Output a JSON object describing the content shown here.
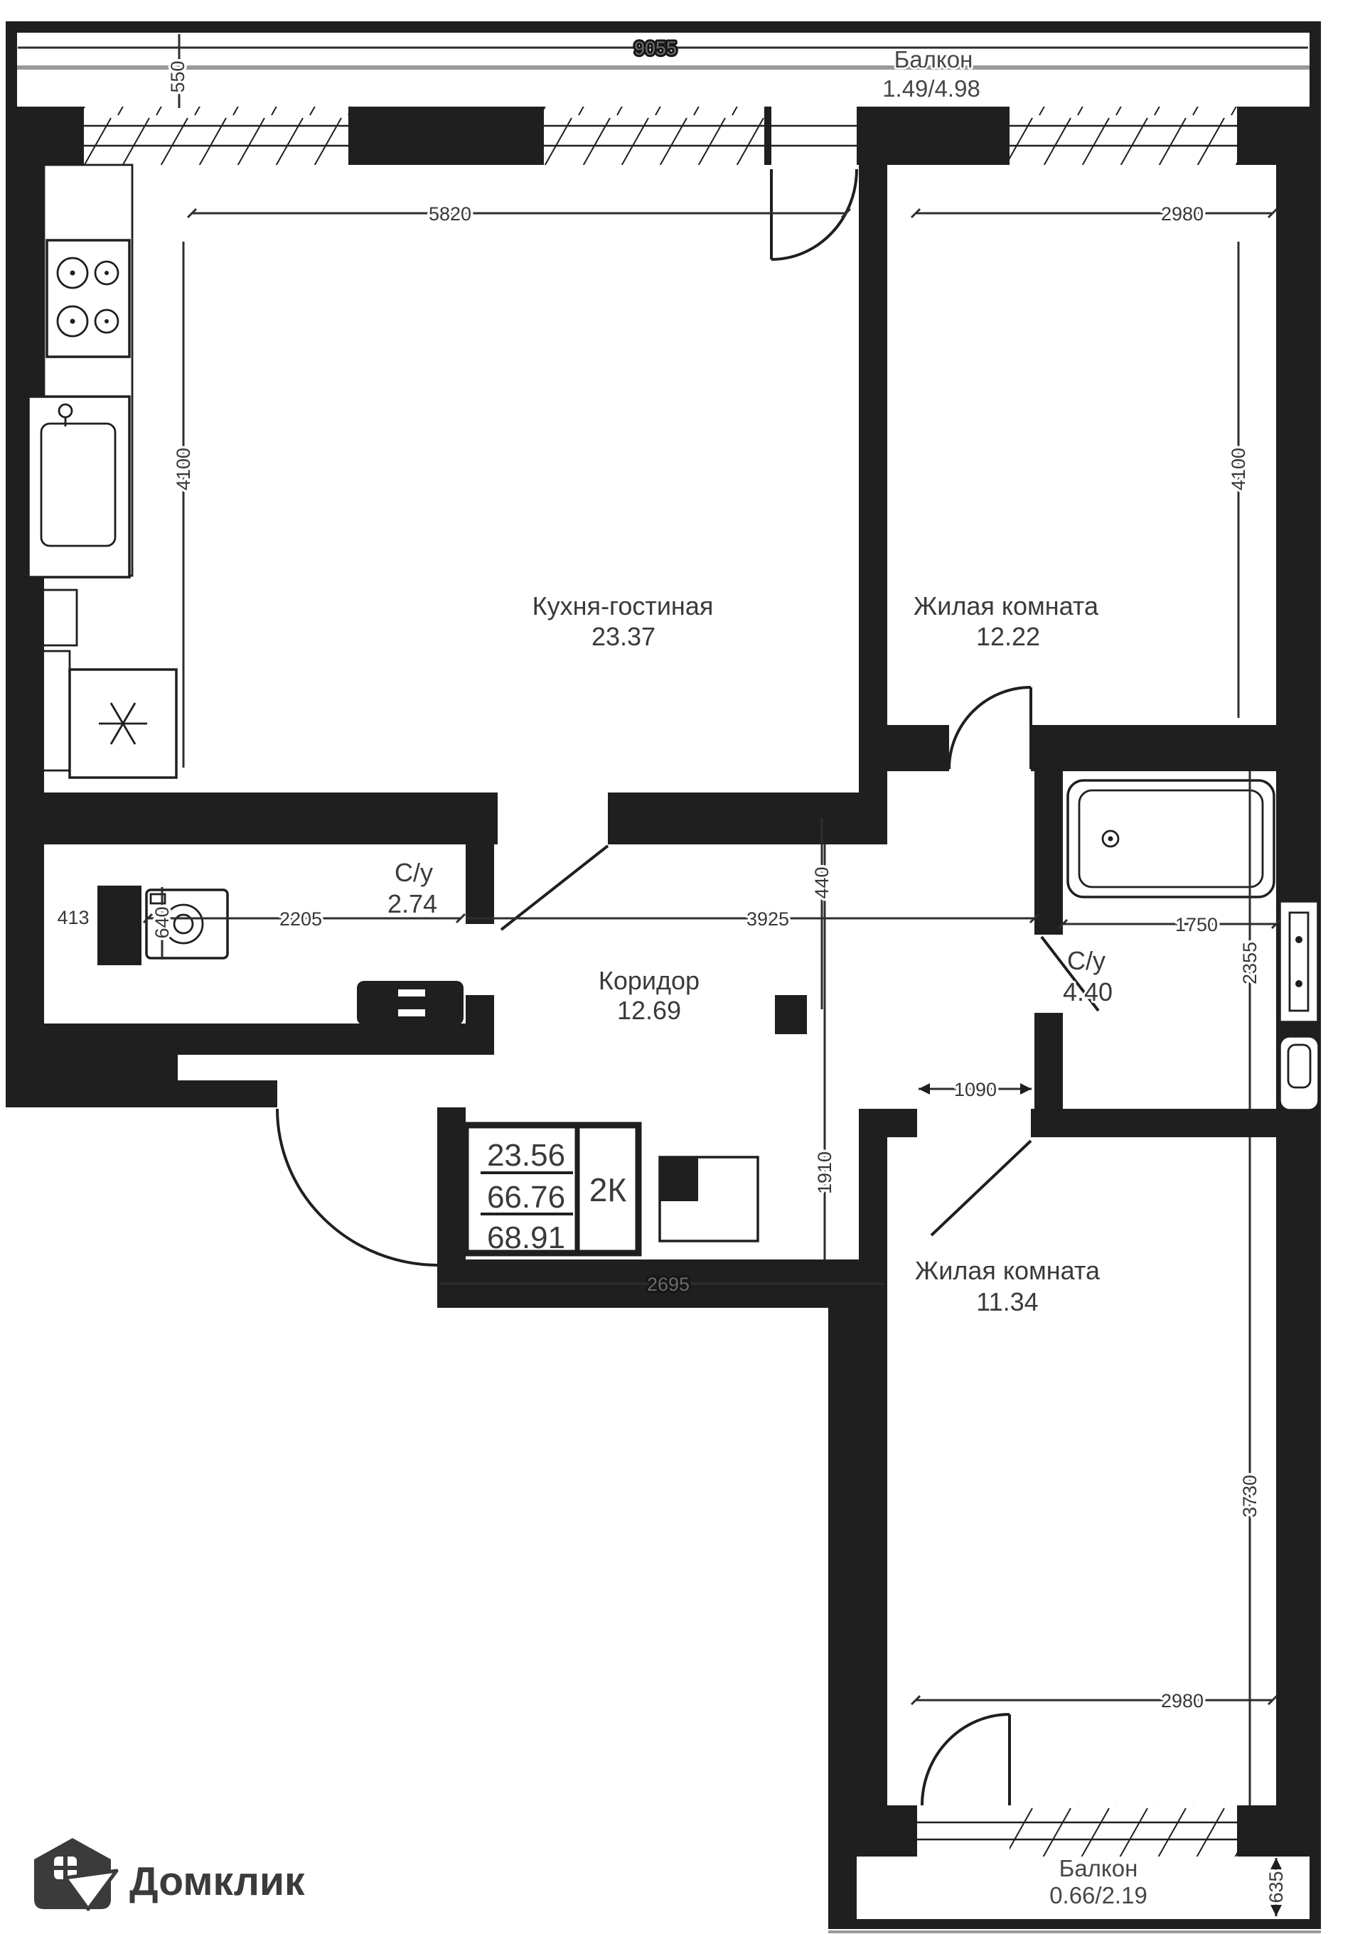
{
  "meta": {
    "brand": "Домклик"
  },
  "rooms": [
    {
      "name": "Кухня-гостиная",
      "area": "23.37"
    },
    {
      "name": "Жилая комната",
      "area": "12.22"
    },
    {
      "name": "Коридор",
      "area": "12.69"
    },
    {
      "name": "С/у",
      "area": "2.74"
    },
    {
      "name": "С/у",
      "area": "4.40"
    },
    {
      "name": "Жилая комната",
      "area": "11.34"
    },
    {
      "name": "Балкон",
      "area": "1.49/4.98"
    },
    {
      "name": "Балкон",
      "area": "0.66/2.19"
    }
  ],
  "stamp": {
    "v1": "23.56",
    "v2": "66.76",
    "v3": "68.91",
    "type": "2К"
  },
  "dims": {
    "d9055": "9055",
    "d550": "550",
    "d5820": "5820",
    "d2980_top": "2980",
    "d4100_left": "4100",
    "d4100_right": "4100",
    "d413": "413",
    "d2205": "2205",
    "d640": "640",
    "d3925": "3925",
    "d440": "440",
    "d1750": "1750",
    "d2355": "2355",
    "d1090": "1090",
    "d1910": "1910",
    "d2695": "2695",
    "d2980_bottom": "2980",
    "d3730": "3730",
    "d635": "635"
  },
  "colors": {
    "wall": "#1f1f1f",
    "label": "#3a3a3a",
    "gray_line": "#9a9a9a",
    "background": "#ffffff"
  }
}
